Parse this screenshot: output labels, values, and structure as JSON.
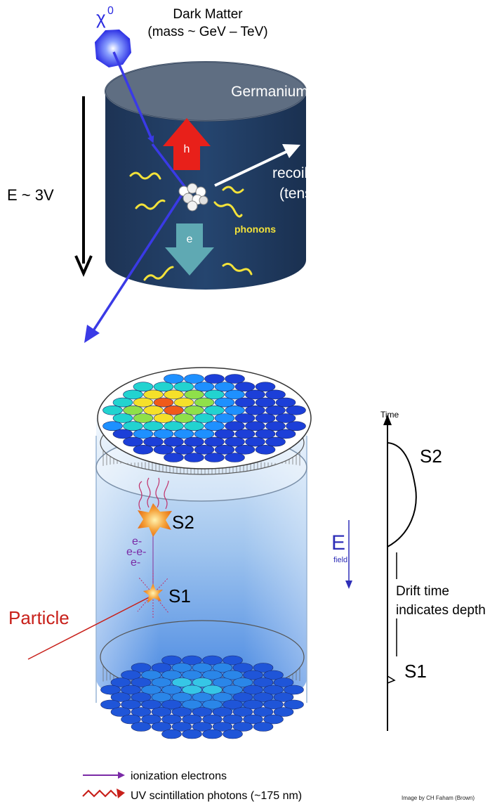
{
  "top": {
    "particle_symbol": "χ",
    "particle_superscript": "0",
    "dark_matter_title": "Dark Matter",
    "dark_matter_mass": "(mass ~ GeV – TeV)",
    "detector_label": "Germanium",
    "field_label": "E ~ 3V",
    "hole_label": "h",
    "electron_label": "e",
    "recoil_line1": "recoil  energy",
    "recoil_line2": "(tens of keV)",
    "phonons_label": "phonons"
  },
  "bottom": {
    "s2_label": "S2",
    "s1_label": "S1",
    "particle_label": "Particle",
    "electrons_label": [
      "e-",
      "e-e-",
      "e-"
    ],
    "efield_letter": "E",
    "efield_sub": "field",
    "time_axis_label": "Time",
    "pulse_s2_label": "S2",
    "pulse_s1_label": "S1",
    "drift_line1": "Drift time",
    "drift_line2": "indicates depth"
  },
  "legend": {
    "ionization": "ionization electrons",
    "uv": "UV scintillation photons (~175 nm)",
    "credit": "Image by CH Faham (Brown)"
  },
  "colors": {
    "cylinder_body": "#1e3a62",
    "cylinder_top": "#5f6e82",
    "trajectory": "#3a3ae6",
    "hole_arrow": "#e8201a",
    "electron_arrow": "#5fa9b3",
    "phonon": "#f3e23a",
    "particle_label": "#c8201a",
    "efield": "#2f2fb8",
    "electron_text": "#7a2aa6"
  }
}
